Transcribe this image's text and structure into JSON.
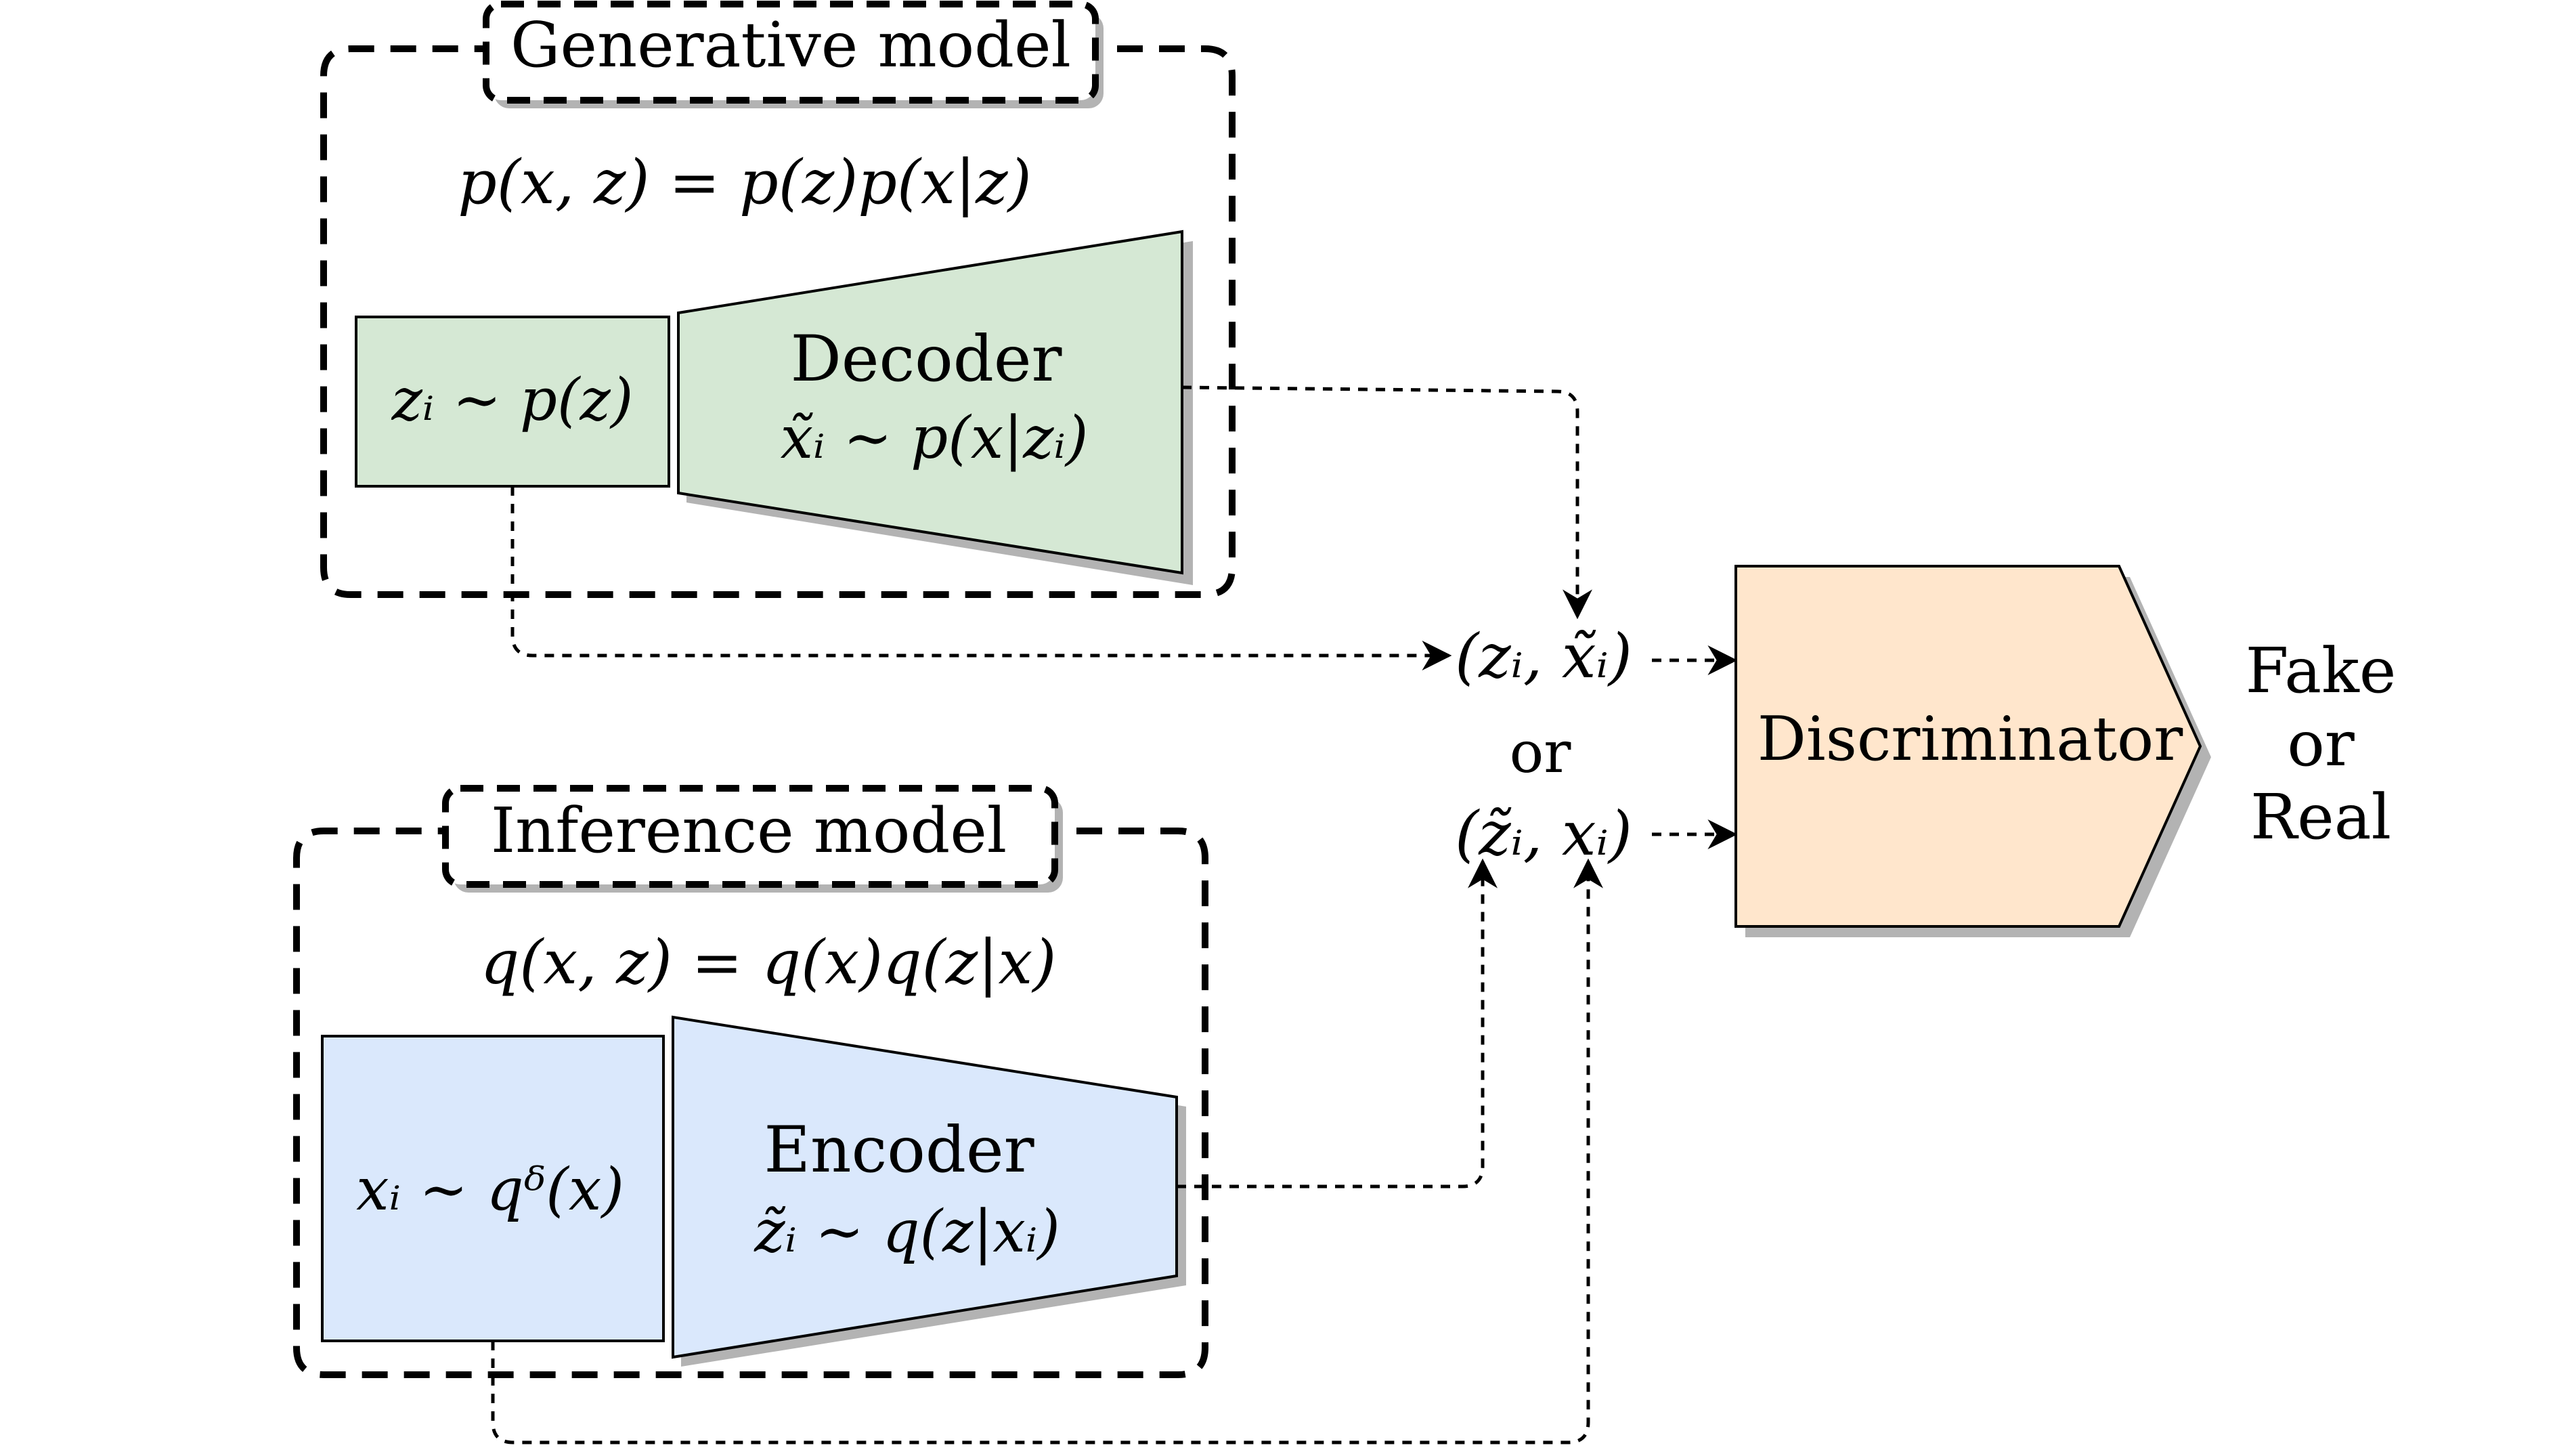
{
  "generative": {
    "title": "Generative model",
    "equation": "p(x, z) = p(z)p(x|z)",
    "prior": "zᵢ ∼ p(z)",
    "decoder_title": "Decoder",
    "decoder_formula": "x̃ᵢ ∼ p(x|zᵢ)"
  },
  "inference": {
    "title": "Inference model",
    "equation": "q(x, z) = q(x)q(z|x)",
    "data_dist": "xᵢ ∼ qᵟ(x)",
    "encoder_title": "Encoder",
    "encoder_formula": "z̃ᵢ ∼ q(z|xᵢ)"
  },
  "pairs": {
    "generated": "(zᵢ, x̃ᵢ)",
    "or": "or",
    "inferred": "(z̃ᵢ, xᵢ)"
  },
  "discriminator": {
    "label": "Discriminator",
    "output_line1": "Fake",
    "output_line2": "or",
    "output_line3": "Real"
  },
  "colors": {
    "green_fill": "#d5e8d4",
    "blue_fill": "#dae8fc",
    "orange_fill": "#ffe6cc",
    "stroke": "#000000",
    "shadow": "#b3b3b3"
  }
}
